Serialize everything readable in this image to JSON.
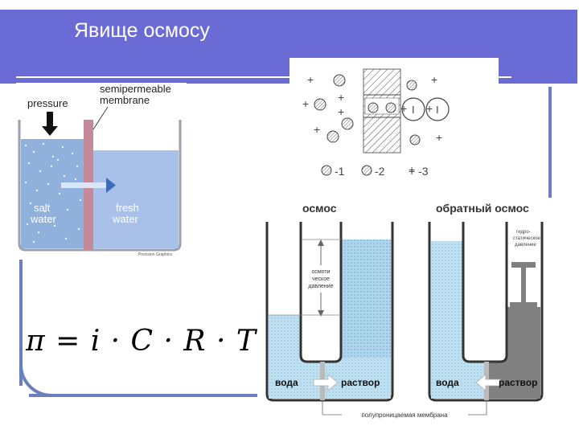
{
  "slide": {
    "title": "Явище осмосу",
    "colors": {
      "header": "#6b6bd6",
      "frame": "#6b7fbf"
    }
  },
  "left_figure": {
    "pressure_label": "pressure",
    "membrane_label_1": "semipermeable",
    "membrane_label_2": "membrane",
    "salt_label_1": "salt",
    "salt_label_2": "water",
    "fresh_label_1": "fresh",
    "fresh_label_2": "water",
    "credit": "Precision Graphics"
  },
  "ions_figure": {
    "legend_1": "-1",
    "legend_2": "-2",
    "legend_3": "+  -3",
    "ion_I_1": "I",
    "ion_I_2": "I"
  },
  "osmosis_figure": {
    "left_title": "осмос",
    "right_title": "обратный осмос",
    "osmotic_pressure_1": "осмоти",
    "osmotic_pressure_2": "ческое",
    "osmotic_pressure_3": "давление",
    "hydrostatic_1": "гидро-",
    "hydrostatic_2": "статическое",
    "hydrostatic_3": "давление",
    "water_left": "вода",
    "solution_left": "раствор",
    "water_right": "вода",
    "solution_right": "раствор",
    "membrane_caption": "полупроницаемая мембрана"
  },
  "formula": "π = i · C · R · T"
}
